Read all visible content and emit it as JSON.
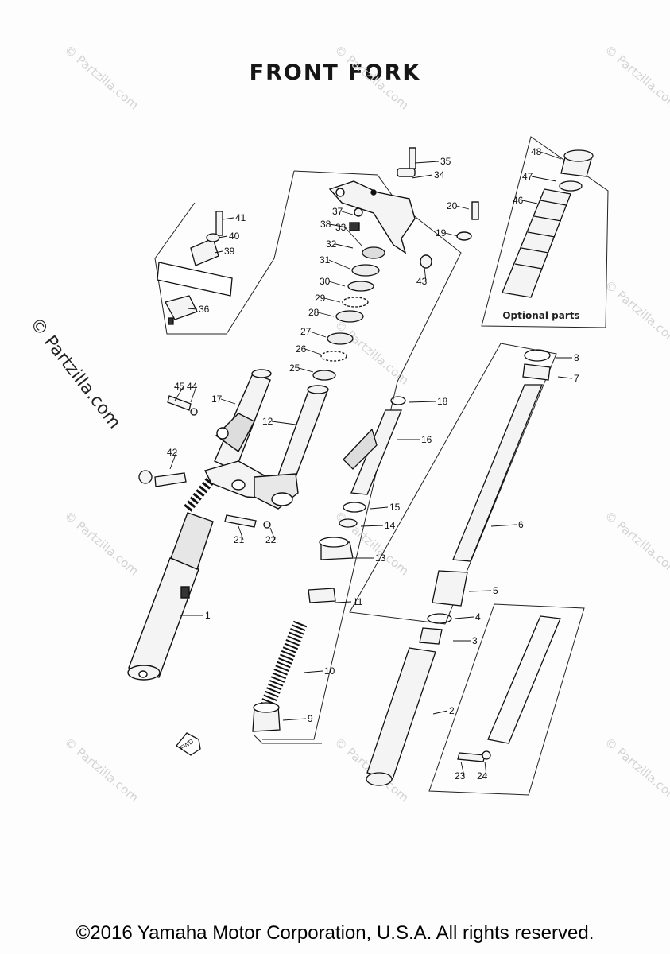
{
  "title": "FRONT FORK",
  "footer": "©2016 Yamaha Motor Corporation, U.S.A. All rights reserved.",
  "optional_label": "Optional parts",
  "side_watermark": "© Partzilla.com",
  "watermark_text": "© Partzilla.com",
  "direction_label": "FWD",
  "callouts": [
    "1",
    "2",
    "3",
    "4",
    "5",
    "6",
    "7",
    "8",
    "9",
    "10",
    "11",
    "12",
    "13",
    "14",
    "15",
    "16",
    "17",
    "18",
    "19",
    "20",
    "21",
    "22",
    "23",
    "24",
    "25",
    "26",
    "27",
    "28",
    "29",
    "30",
    "31",
    "32",
    "33",
    "34",
    "35",
    "36",
    "37",
    "38",
    "39",
    "40",
    "41",
    "42",
    "43",
    "44",
    "45",
    "46",
    "47",
    "48"
  ]
}
